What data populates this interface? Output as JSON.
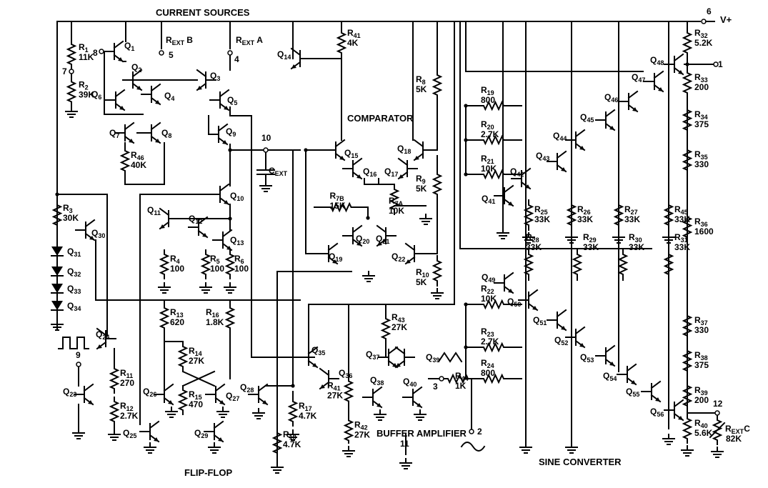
{
  "sections": {
    "current_sources": "CURRENT SOURCES",
    "comparator": "COMPARATOR",
    "flip_flop": "FLIP-FLOP",
    "buffer_amplifier": "BUFFER AMPLIFIER",
    "sine_converter": "SINE CONVERTER"
  },
  "supply": {
    "label": "V+",
    "pin": "6"
  },
  "pins": [
    "1",
    "2",
    "3",
    "4",
    "5",
    "7",
    "8",
    "9",
    "10",
    "11",
    "12"
  ],
  "cext": {
    "main": "C",
    "sub": "EXT"
  },
  "rext_a": {
    "main": "R",
    "sub": "EXT",
    "suffix": "A"
  },
  "rext_b": {
    "main": "R",
    "sub": "EXT",
    "suffix": "B"
  },
  "rext_c": {
    "main": "R",
    "sub": "EXT",
    "suffix": "C",
    "value": "82K"
  },
  "resistors": [
    {
      "name": "R1",
      "value": "11K"
    },
    {
      "name": "R2",
      "value": "39K"
    },
    {
      "name": "R3",
      "value": "30K"
    },
    {
      "name": "R4",
      "value": "100"
    },
    {
      "name": "R5",
      "value": "100"
    },
    {
      "name": "R6",
      "value": "100"
    },
    {
      "name": "R7A",
      "value": "10K"
    },
    {
      "name": "R7B",
      "value": "15K"
    },
    {
      "name": "R8",
      "value": "5K"
    },
    {
      "name": "R9",
      "value": "5K"
    },
    {
      "name": "R10",
      "value": "5K"
    },
    {
      "name": "R11",
      "value": "270"
    },
    {
      "name": "R12",
      "value": "2.7K"
    },
    {
      "name": "R13",
      "value": "620"
    },
    {
      "name": "R14",
      "value": "27K"
    },
    {
      "name": "R15",
      "value": "470"
    },
    {
      "name": "R16",
      "value": "1.8K"
    },
    {
      "name": "R17",
      "value": "4.7K"
    },
    {
      "name": "R18",
      "value": "4.7K"
    },
    {
      "name": "R19",
      "value": "800"
    },
    {
      "name": "R20",
      "value": "2.7K"
    },
    {
      "name": "R21",
      "value": "10K"
    },
    {
      "name": "R22",
      "value": "10K"
    },
    {
      "name": "R23",
      "value": "2.7K"
    },
    {
      "name": "R24",
      "value": "800"
    },
    {
      "name": "R25",
      "value": "33K"
    },
    {
      "name": "R26",
      "value": "33K"
    },
    {
      "name": "R27",
      "value": "33K"
    },
    {
      "name": "R28",
      "value": "33K"
    },
    {
      "name": "R29",
      "value": "33K"
    },
    {
      "name": "R30",
      "value": "33K"
    },
    {
      "name": "R31",
      "value": "33K"
    },
    {
      "name": "R32",
      "value": "5.2K"
    },
    {
      "name": "R33",
      "value": "200"
    },
    {
      "name": "R34",
      "value": "375"
    },
    {
      "name": "R35",
      "value": "330"
    },
    {
      "name": "R36",
      "value": "1600"
    },
    {
      "name": "R37",
      "value": "330"
    },
    {
      "name": "R38",
      "value": "375"
    },
    {
      "name": "R39",
      "value": "200"
    },
    {
      "name": "R40",
      "value": "5.6K"
    },
    {
      "name": "R41",
      "value": "4K"
    },
    {
      "name": "R41",
      "value": "27K"
    },
    {
      "name": "R42",
      "value": "27K"
    },
    {
      "name": "R43",
      "value": "27K"
    },
    {
      "name": "R44",
      "value": "1K"
    },
    {
      "name": "R45",
      "value": "33K"
    },
    {
      "name": "R46",
      "value": "40K"
    }
  ],
  "transistors": [
    "Q1",
    "Q2",
    "Q3",
    "Q4",
    "Q5",
    "Q6",
    "Q7",
    "Q8",
    "Q9",
    "Q10",
    "Q11",
    "Q12",
    "Q13",
    "Q14",
    "Q15",
    "Q16",
    "Q17",
    "Q18",
    "Q19",
    "Q20",
    "Q21",
    "Q22",
    "Q23",
    "Q24",
    "Q25",
    "Q26",
    "Q27",
    "Q28",
    "Q29",
    "Q30",
    "Q31",
    "Q32",
    "Q33",
    "Q34",
    "Q35",
    "Q36",
    "Q37",
    "Q38",
    "Q39",
    "Q40",
    "Q41",
    "Q42",
    "Q43",
    "Q44",
    "Q45",
    "Q46",
    "Q47",
    "Q48",
    "Q49",
    "Q50",
    "Q51",
    "Q52",
    "Q53",
    "Q54",
    "Q55",
    "Q56"
  ]
}
